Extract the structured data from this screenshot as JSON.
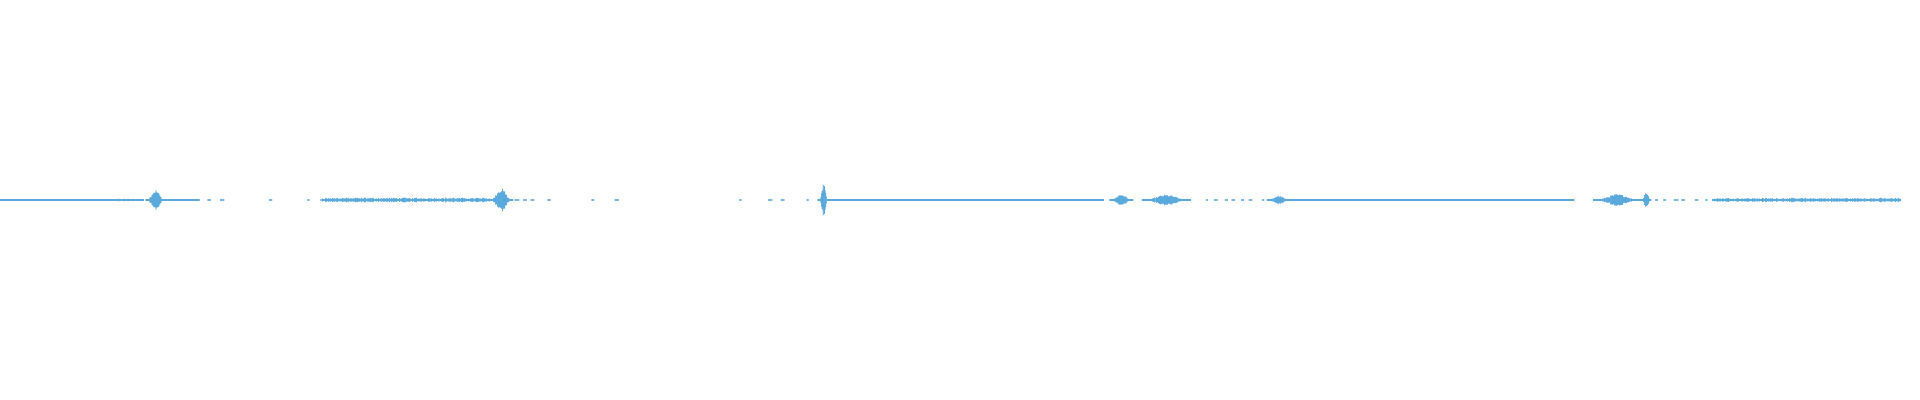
{
  "waveform": {
    "type": "audio-waveform",
    "color": "#5aa9dd",
    "background": "#ffffff",
    "duration_fraction_with_content": 1.0,
    "segments": [
      {
        "start": 0.0,
        "end": 0.06,
        "amplitude": 0.02,
        "kind": "steady-tone"
      },
      {
        "start": 0.06,
        "end": 0.075,
        "amplitude": 0.05,
        "kind": "low-noise"
      },
      {
        "start": 0.076,
        "end": 0.086,
        "amplitude": 0.35,
        "kind": "burst"
      },
      {
        "start": 0.086,
        "end": 0.104,
        "amplitude": 0.03,
        "kind": "low-noise"
      },
      {
        "start": 0.108,
        "end": 0.115,
        "amplitude": 0.02,
        "kind": "dots"
      },
      {
        "start": 0.14,
        "end": 0.143,
        "amplitude": 0.02,
        "kind": "dots"
      },
      {
        "start": 0.16,
        "end": 0.168,
        "amplitude": 0.03,
        "kind": "dots"
      },
      {
        "start": 0.168,
        "end": 0.255,
        "amplitude": 0.09,
        "kind": "dense-noise"
      },
      {
        "start": 0.255,
        "end": 0.267,
        "amplitude": 0.4,
        "kind": "burst"
      },
      {
        "start": 0.268,
        "end": 0.278,
        "amplitude": 0.03,
        "kind": "dots"
      },
      {
        "start": 0.285,
        "end": 0.287,
        "amplitude": 0.03,
        "kind": "dots"
      },
      {
        "start": 0.308,
        "end": 0.312,
        "amplitude": 0.03,
        "kind": "dots"
      },
      {
        "start": 0.32,
        "end": 0.323,
        "amplitude": 0.03,
        "kind": "dots"
      },
      {
        "start": 0.385,
        "end": 0.39,
        "amplitude": 0.03,
        "kind": "dots"
      },
      {
        "start": 0.4,
        "end": 0.408,
        "amplitude": 0.02,
        "kind": "dots"
      },
      {
        "start": 0.42,
        "end": 0.426,
        "amplitude": 0.04,
        "kind": "dots"
      },
      {
        "start": 0.426,
        "end": 0.432,
        "amplitude": 0.55,
        "kind": "spike"
      },
      {
        "start": 0.432,
        "end": 0.575,
        "amplitude": 0.02,
        "kind": "steady-tone"
      },
      {
        "start": 0.578,
        "end": 0.59,
        "amplitude": 0.2,
        "kind": "burst"
      },
      {
        "start": 0.595,
        "end": 0.62,
        "amplitude": 0.18,
        "kind": "burst"
      },
      {
        "start": 0.628,
        "end": 0.66,
        "amplitude": 0.03,
        "kind": "dots"
      },
      {
        "start": 0.66,
        "end": 0.672,
        "amplitude": 0.15,
        "kind": "burst"
      },
      {
        "start": 0.672,
        "end": 0.82,
        "amplitude": 0.02,
        "kind": "steady-tone"
      },
      {
        "start": 0.83,
        "end": 0.855,
        "amplitude": 0.2,
        "kind": "burst"
      },
      {
        "start": 0.855,
        "end": 0.86,
        "amplitude": 0.3,
        "kind": "burst"
      },
      {
        "start": 0.862,
        "end": 0.892,
        "amplitude": 0.02,
        "kind": "dots"
      },
      {
        "start": 0.892,
        "end": 0.99,
        "amplitude": 0.08,
        "kind": "dense-noise"
      }
    ]
  }
}
